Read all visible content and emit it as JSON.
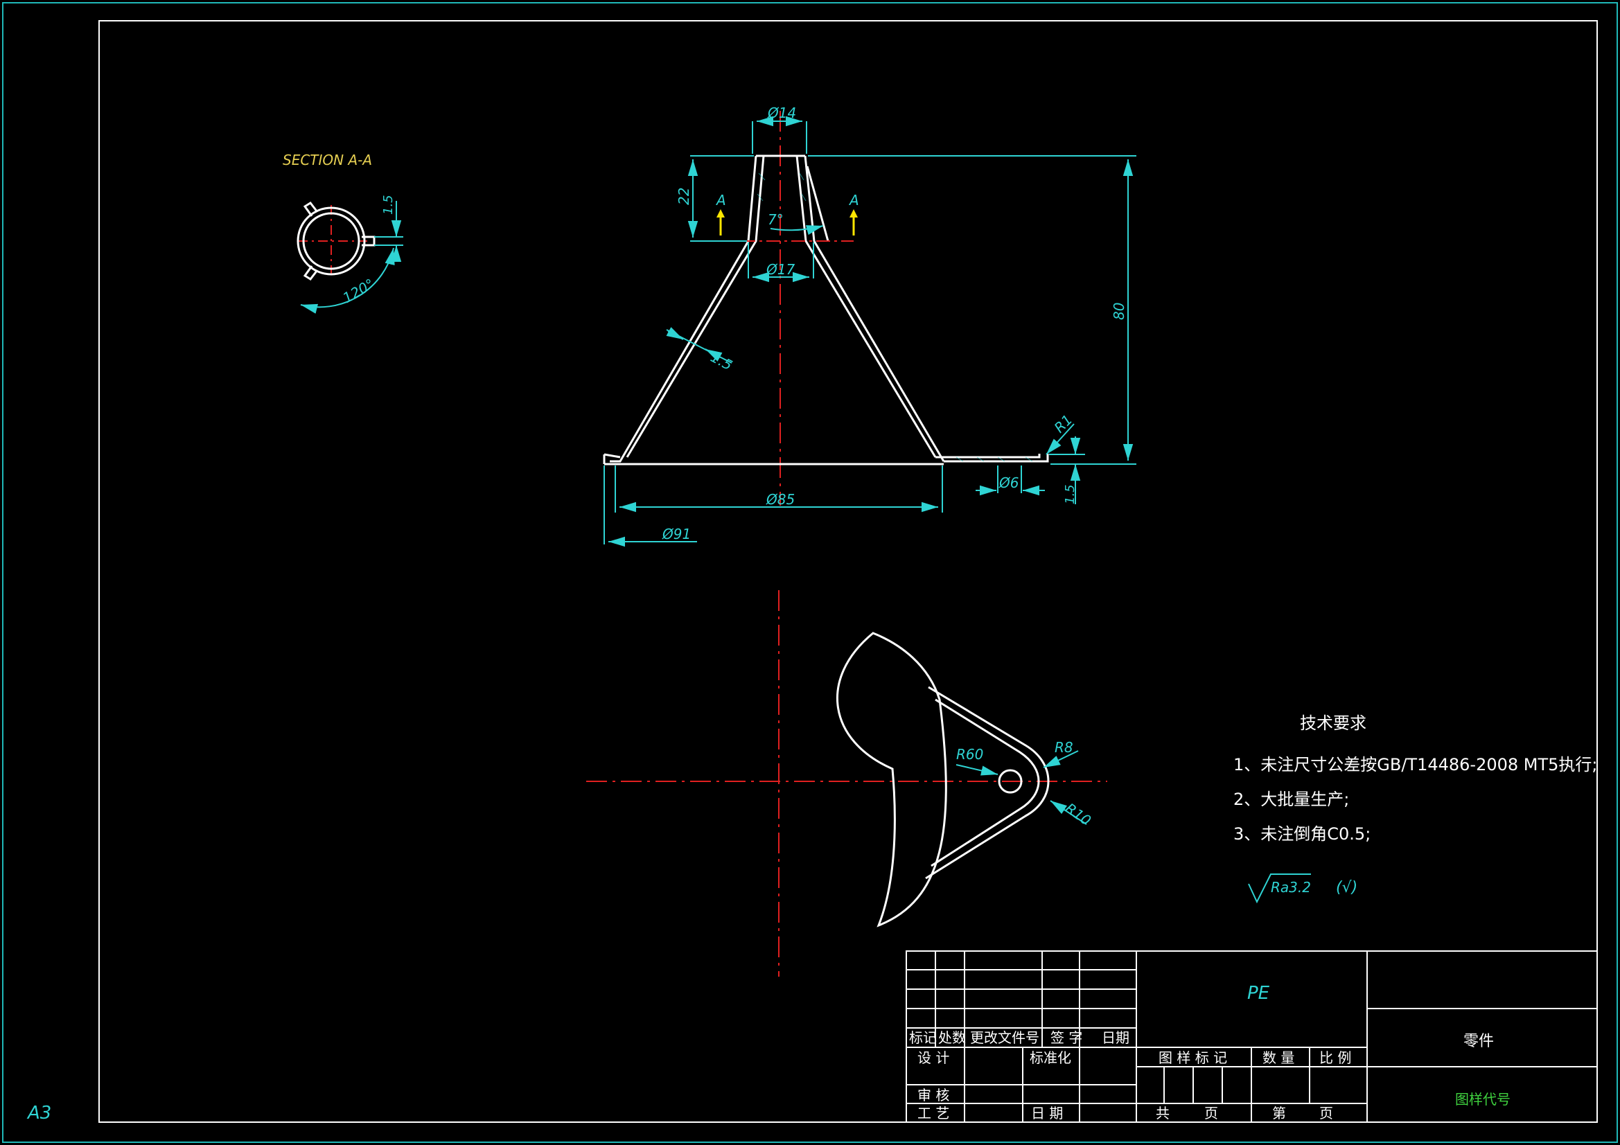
{
  "sheet": {
    "size_label": "A3"
  },
  "colors": {
    "outline": "#ffffff",
    "dimension": "#2fd4d4",
    "center": "#e02020",
    "arrow": "#ffe600",
    "frame": "#1fb8b8",
    "drawing_no": "#3fd13f",
    "section_title": "#e6cf52"
  },
  "section": {
    "title": "SECTION A-A",
    "angle": "120°",
    "thickness": "1.5"
  },
  "main_view": {
    "cut_left": "A",
    "cut_right": "A",
    "dims": {
      "top_dia": "Ø14",
      "neck_height": "22",
      "taper": "7°",
      "neck_dia": "Ø17",
      "wall": "1.5",
      "total_height": "80",
      "fillet": "R1",
      "hole_dia": "Ø6",
      "flange": "1.5",
      "base_dia": "Ø85",
      "outer_dia": "Ø91"
    }
  },
  "top_view": {
    "r_outer": "R60",
    "r_hole": "R8",
    "r_tip": "R10"
  },
  "notes": {
    "heading": "技术要求",
    "items": [
      "1、未注尺寸公差按GB/T14486-2008 MT5执行;",
      "2、大批量生产;",
      "3、未注倒角C0.5;"
    ],
    "roughness": "Ra3.2",
    "roughness_other": "(√)"
  },
  "title_block": {
    "material": "PE",
    "part_name": "零件",
    "drawing_no": "图样代号",
    "rev_headers": [
      "标记",
      "处数",
      "更改文件号",
      "签 字",
      "日期"
    ],
    "design": "设 计",
    "standard": "标准化",
    "check": "审 核",
    "process": "工 艺",
    "date": "日 期",
    "stage": "图 样 标 记",
    "qty": "数 量",
    "scale": "比 例",
    "total": "共",
    "page": "页",
    "sheet": "第",
    "page2": "页"
  }
}
